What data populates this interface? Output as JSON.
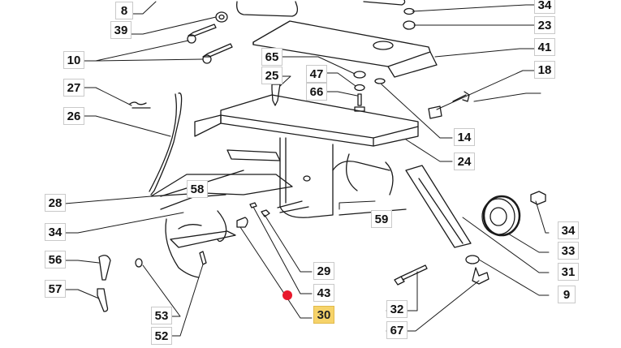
{
  "diagram": {
    "type": "exploded-parts-diagram",
    "highlighted_part": "30",
    "highlight_color": "#f6d36a",
    "marker_color": "#e8192c",
    "callouts": [
      {
        "id": "8",
        "label": "8"
      },
      {
        "id": "39",
        "label": "39"
      },
      {
        "id": "10",
        "label": "10"
      },
      {
        "id": "27",
        "label": "27"
      },
      {
        "id": "26",
        "label": "26"
      },
      {
        "id": "28",
        "label": "28"
      },
      {
        "id": "58",
        "label": "58"
      },
      {
        "id": "34a",
        "label": "34"
      },
      {
        "id": "56",
        "label": "56"
      },
      {
        "id": "57",
        "label": "57"
      },
      {
        "id": "53",
        "label": "53"
      },
      {
        "id": "52",
        "label": "52"
      },
      {
        "id": "65",
        "label": "65"
      },
      {
        "id": "25",
        "label": "25"
      },
      {
        "id": "47",
        "label": "47"
      },
      {
        "id": "66",
        "label": "66"
      },
      {
        "id": "29",
        "label": "29"
      },
      {
        "id": "43",
        "label": "43"
      },
      {
        "id": "30",
        "label": "30"
      },
      {
        "id": "59",
        "label": "59"
      },
      {
        "id": "32",
        "label": "32"
      },
      {
        "id": "67",
        "label": "67"
      },
      {
        "id": "34b",
        "label": "34"
      },
      {
        "id": "23",
        "label": "23"
      },
      {
        "id": "41",
        "label": "41"
      },
      {
        "id": "18",
        "label": "18"
      },
      {
        "id": "14",
        "label": "14"
      },
      {
        "id": "24",
        "label": "24"
      },
      {
        "id": "34c",
        "label": "34"
      },
      {
        "id": "33",
        "label": "33"
      },
      {
        "id": "31",
        "label": "31"
      },
      {
        "id": "9",
        "label": "9"
      }
    ]
  }
}
